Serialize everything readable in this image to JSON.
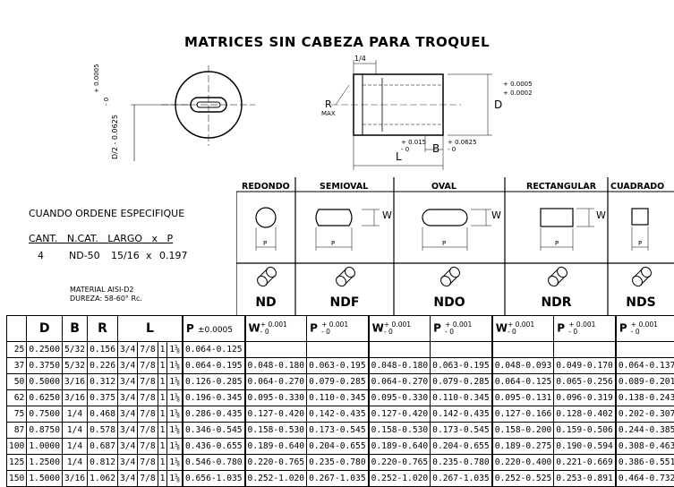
{
  "title": "MATRICES SIN CABEZA PARA TROQUEL",
  "drawing": {
    "dim_quarter": "1/4",
    "dim_tol_top": "+ 0.0005",
    "dim_tol_top2": "+ 0.0002",
    "dim_D": "D",
    "dim_R": "R",
    "dim_MAX": "MAX",
    "dim_B": "B",
    "dim_L": "L",
    "tol_015": "+ 0.015",
    "tol_015b": "- 0",
    "tol_0625": "+ 0.0625",
    "tol_0625b": "- 0",
    "side_label_1": "+ 0.0005",
    "side_label_2": "- 0",
    "side_label_3": "D/2 - 0.0625"
  },
  "order": {
    "heading": "CUANDO ORDENE ESPECIFIQUE",
    "cols": "CANT.   N.CAT.   LARGO   x   P",
    "cant": "4",
    "ncat": "ND-50",
    "largo": "15/16",
    "x": "x",
    "p": "0.197"
  },
  "material": {
    "line1": "MATERIAL AISI-D2",
    "line2": "DUREZA:  58-60° Rc."
  },
  "shapes": [
    {
      "name": "REDONDO",
      "code": "ND"
    },
    {
      "name": "SEMIOVAL",
      "code": "NDF"
    },
    {
      "name": "OVAL",
      "code": "NDO"
    },
    {
      "name": "RECTANGULAR",
      "code": "NDR"
    },
    {
      "name": "CUADRADO",
      "code": "NDS"
    }
  ],
  "shape_labels": {
    "W": "W",
    "P": "P"
  },
  "table": {
    "headers": [
      "D",
      "B",
      "R",
      "L"
    ],
    "tol_headers": {
      "p_round": "P",
      "p_round_tol": "±0.0005",
      "w": "W",
      "p": "P",
      "plus": "+ 0.001",
      "minus": "- 0"
    },
    "rows": [
      [
        "25",
        "0.2500",
        "5/32",
        "0.156",
        "3/4",
        "7/8",
        "1",
        "1⅛",
        "0.064-0.125",
        "",
        "",
        "",
        "",
        "",
        "",
        ""
      ],
      [
        "37",
        "0.3750",
        "5/32",
        "0.226",
        "3/4",
        "7/8",
        "1",
        "1⅛",
        "0.064-0.195",
        "0.048-0.180",
        "0.063-0.195",
        "0.048-0.180",
        "0.063-0.195",
        "0.048-0.093",
        "0.049-0.170",
        "0.064-0.137"
      ],
      [
        "50",
        "0.5000",
        "3/16",
        "0.312",
        "3/4",
        "7/8",
        "1",
        "1⅛",
        "0.126-0.285",
        "0.064-0.270",
        "0.079-0.285",
        "0.064-0.270",
        "0.079-0.285",
        "0.064-0.125",
        "0.065-0.256",
        "0.089-0.201"
      ],
      [
        "62",
        "0.6250",
        "3/16",
        "0.375",
        "3/4",
        "7/8",
        "1",
        "1⅛",
        "0.196-0.345",
        "0.095-0.330",
        "0.110-0.345",
        "0.095-0.330",
        "0.110-0.345",
        "0.095-0.131",
        "0.096-0.319",
        "0.138-0.243"
      ],
      [
        "75",
        "0.7500",
        "1/4",
        "0.468",
        "3/4",
        "7/8",
        "1",
        "1⅛",
        "0.286-0.435",
        "0.127-0.420",
        "0.142-0.435",
        "0.127-0.420",
        "0.142-0.435",
        "0.127-0.166",
        "0.128-0.402",
        "0.202-0.307"
      ],
      [
        "87",
        "0.8750",
        "1/4",
        "0.578",
        "3/4",
        "7/8",
        "1",
        "1⅛",
        "0.346-0.545",
        "0.158-0.530",
        "0.173-0.545",
        "0.158-0.530",
        "0.173-0.545",
        "0.158-0.200",
        "0.159-0.506",
        "0.244-0.385"
      ],
      [
        "100",
        "1.0000",
        "1/4",
        "0.687",
        "3/4",
        "7/8",
        "1",
        "1⅛",
        "0.436-0.655",
        "0.189-0.640",
        "0.204-0.655",
        "0.189-0.640",
        "0.204-0.655",
        "0.189-0.275",
        "0.190-0.594",
        "0.308-0.463"
      ],
      [
        "125",
        "1.2500",
        "1/4",
        "0.812",
        "3/4",
        "7/8",
        "1",
        "1⅛",
        "0.546-0.780",
        "0.220-0.765",
        "0.235-0.780",
        "0.220-0.765",
        "0.235-0.780",
        "0.220-0.400",
        "0.221-0.669",
        "0.386-0.551"
      ],
      [
        "150",
        "1.5000",
        "3/16",
        "1.062",
        "3/4",
        "7/8",
        "1",
        "1⅛",
        "0.656-1.035",
        "0.252-1.020",
        "0.267-1.035",
        "0.252-1.020",
        "0.267-1.035",
        "0.252-0.525",
        "0.253-0.891",
        "0.464-0.732"
      ]
    ]
  }
}
